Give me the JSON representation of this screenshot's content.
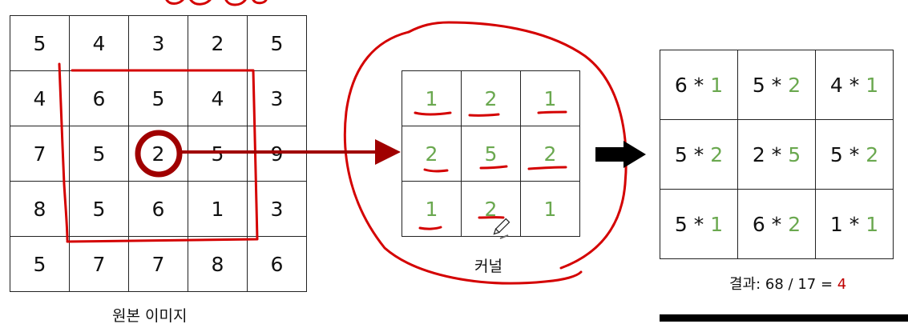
{
  "image_grid": [
    [
      "5",
      "4",
      "3",
      "2",
      "5"
    ],
    [
      "4",
      "6",
      "5",
      "4",
      "3"
    ],
    [
      "7",
      "5",
      "2",
      "5",
      "9"
    ],
    [
      "8",
      "5",
      "6",
      "1",
      "3"
    ],
    [
      "5",
      "7",
      "7",
      "8",
      "6"
    ]
  ],
  "image_caption": "원본 이미지",
  "kernel_grid": [
    [
      "1",
      "2",
      "1"
    ],
    [
      "2",
      "5",
      "2"
    ],
    [
      "1",
      "2",
      "1"
    ]
  ],
  "kernel_caption": "커널",
  "result_grid": [
    [
      {
        "a": "6",
        "b": "1"
      },
      {
        "a": "5",
        "b": "2"
      },
      {
        "a": "4",
        "b": "1"
      }
    ],
    [
      {
        "a": "5",
        "b": "2"
      },
      {
        "a": "2",
        "b": "5"
      },
      {
        "a": "5",
        "b": "2"
      }
    ],
    [
      {
        "a": "5",
        "b": "1"
      },
      {
        "a": "6",
        "b": "2"
      },
      {
        "a": "1",
        "b": "1"
      }
    ]
  ],
  "operator": "*",
  "result": {
    "label": "결과: 68 / 17  =",
    "value": "4"
  },
  "colors": {
    "annotation_red": "#d40000",
    "kernel_green": "#6aa84f",
    "result_red": "#c00000",
    "arrow_dark_red": "#a00000"
  }
}
